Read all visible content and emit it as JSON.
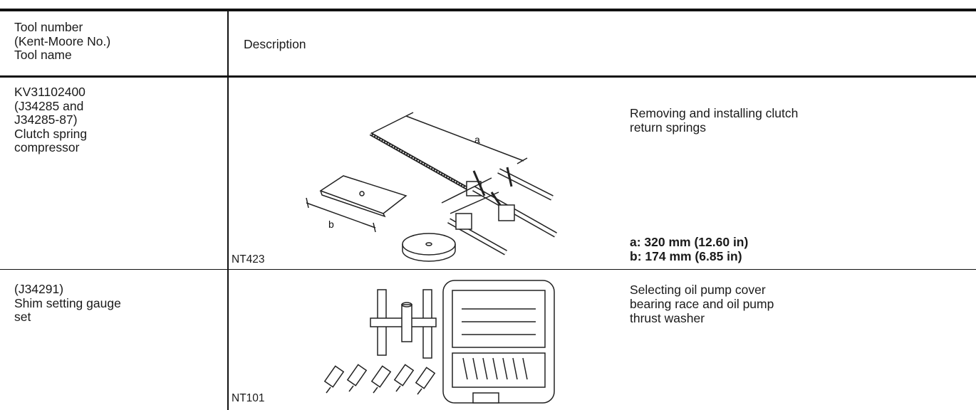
{
  "header": {
    "col1": "Tool number\n(Kent-Moore No.)\nTool name",
    "col2": "Description"
  },
  "rows": [
    {
      "tool": "KV31102400\n(J34285 and\nJ34285-87)\nClutch spring\ncompressor",
      "description": "Removing and installing clutch\nreturn springs",
      "specs": [
        "a: 320 mm (12.60 in)",
        "b: 174 mm (6.85 in)"
      ],
      "figure_code": "NT423",
      "dim_labels": [
        "a",
        "b"
      ]
    },
    {
      "tool": "(J34291)\nShim setting gauge\nset",
      "description": "Selecting oil pump cover\nbearing race and oil pump\nthrust washer",
      "figure_code": "NT101"
    }
  ]
}
